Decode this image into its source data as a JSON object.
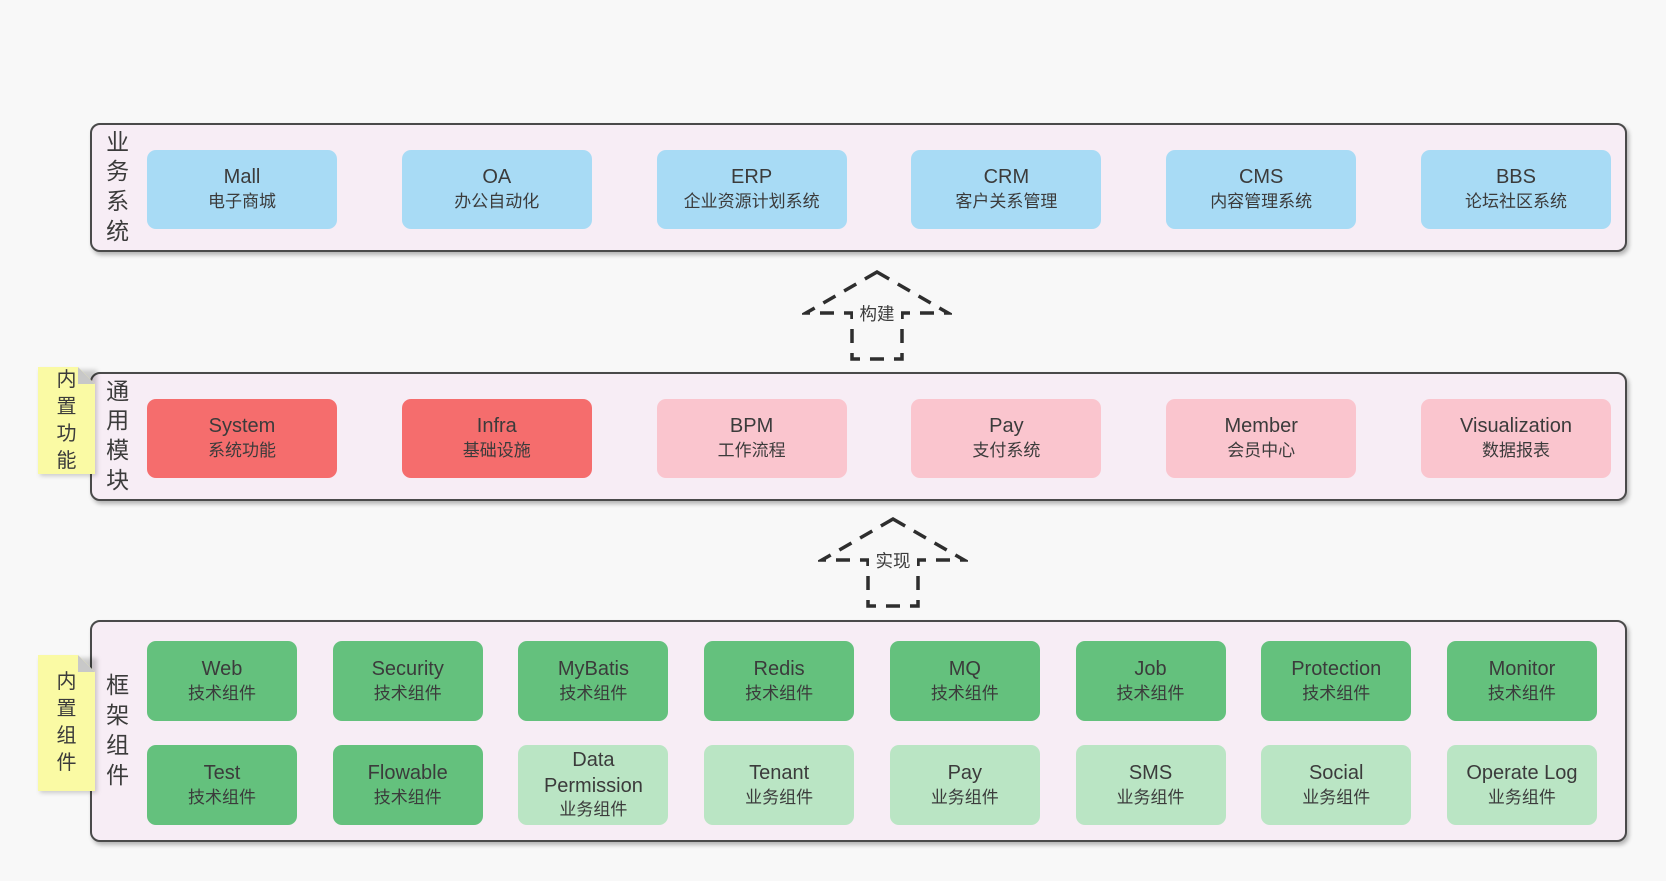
{
  "diagram": {
    "arrows": [
      {
        "label": "构建"
      },
      {
        "label": "实现"
      }
    ],
    "bands": [
      {
        "label": "业务系统",
        "boxes": [
          {
            "title": "Mall",
            "subtitle": "电子商城",
            "color": "blue"
          },
          {
            "title": "OA",
            "subtitle": "办公自动化",
            "color": "blue"
          },
          {
            "title": "ERP",
            "subtitle": "企业资源计划系统",
            "color": "blue"
          },
          {
            "title": "CRM",
            "subtitle": "客户关系管理",
            "color": "blue"
          },
          {
            "title": "CMS",
            "subtitle": "内容管理系统",
            "color": "blue"
          },
          {
            "title": "BBS",
            "subtitle": "论坛社区系统",
            "color": "blue"
          }
        ]
      },
      {
        "label": "通用模块",
        "sticky": "内置功能",
        "boxes": [
          {
            "title": "System",
            "subtitle": "系统功能",
            "color": "red"
          },
          {
            "title": "Infra",
            "subtitle": "基础设施",
            "color": "red"
          },
          {
            "title": "BPM",
            "subtitle": "工作流程",
            "color": "pink"
          },
          {
            "title": "Pay",
            "subtitle": "支付系统",
            "color": "pink"
          },
          {
            "title": "Member",
            "subtitle": "会员中心",
            "color": "pink"
          },
          {
            "title": "Visualization",
            "subtitle": "数据报表",
            "color": "pink"
          }
        ]
      },
      {
        "label": "框架组件",
        "sticky": "内置组件",
        "rows": [
          [
            {
              "title": "Web",
              "subtitle": "技术组件",
              "color": "green"
            },
            {
              "title": "Security",
              "subtitle": "技术组件",
              "color": "green"
            },
            {
              "title": "MyBatis",
              "subtitle": "技术组件",
              "color": "green"
            },
            {
              "title": "Redis",
              "subtitle": "技术组件",
              "color": "green"
            },
            {
              "title": "MQ",
              "subtitle": "技术组件",
              "color": "green"
            },
            {
              "title": "Job",
              "subtitle": "技术组件",
              "color": "green"
            },
            {
              "title": "Protection",
              "subtitle": "技术组件",
              "color": "green"
            },
            {
              "title": "Monitor",
              "subtitle": "技术组件",
              "color": "green"
            }
          ],
          [
            {
              "title": "Test",
              "subtitle": "技术组件",
              "color": "green"
            },
            {
              "title": "Flowable",
              "subtitle": "技术组件",
              "color": "green"
            },
            {
              "title": "Data Permission",
              "subtitle": "业务组件",
              "color": "lightgreen"
            },
            {
              "title": "Tenant",
              "subtitle": "业务组件",
              "color": "lightgreen"
            },
            {
              "title": "Pay",
              "subtitle": "业务组件",
              "color": "lightgreen"
            },
            {
              "title": "SMS",
              "subtitle": "业务组件",
              "color": "lightgreen"
            },
            {
              "title": "Social",
              "subtitle": "业务组件",
              "color": "lightgreen"
            },
            {
              "title": "Operate Log",
              "subtitle": "业务组件",
              "color": "lightgreen"
            }
          ]
        ]
      }
    ],
    "colors": {
      "band_background": "#f7edf5",
      "band_border": "#4a4a4a",
      "business_box": "#a8dbf5",
      "core_module_box": "#f56d6d",
      "optional_module_box": "#fac5ce",
      "tech_component_box": "#64c17d",
      "biz_component_box": "#bae5c4",
      "sticky_note": "#fafaa4",
      "text": "#3b3b3b",
      "page_background": "#f8f8f8"
    }
  }
}
